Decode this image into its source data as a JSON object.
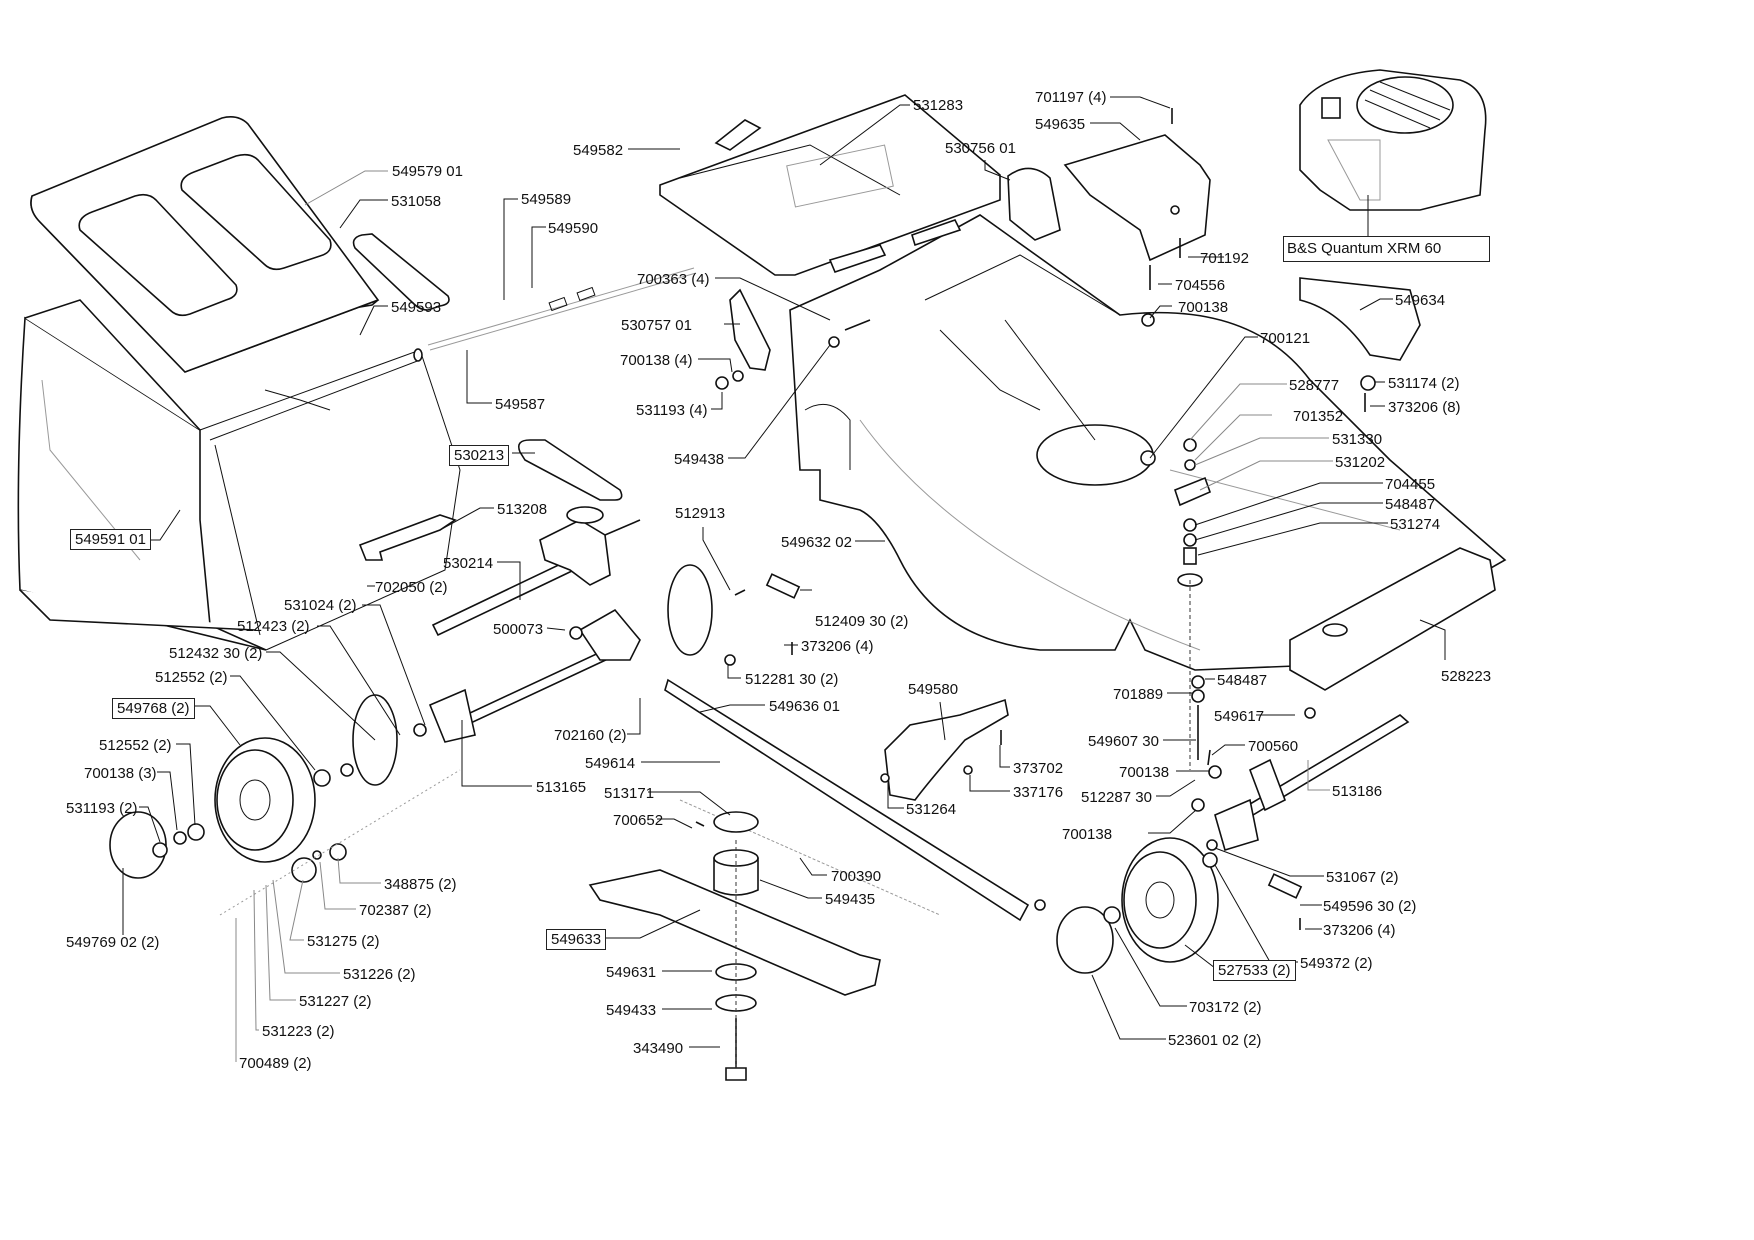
{
  "diagram": {
    "type": "exploded-parts-diagram",
    "subject": "lawn mower",
    "engine_label": "B&S Quantum XRM 60"
  },
  "labels": {
    "p549579": "549579 01",
    "p531058": "531058",
    "p549593": "549593",
    "p549589": "549589",
    "p549590": "549590",
    "p549587": "549587",
    "p549591": "549591 01",
    "p549582": "549582",
    "p531283": "531283",
    "p701197": "701197 (4)",
    "p549635": "549635",
    "p530756": "530756 01",
    "p701192": "701192",
    "p704556": "704556",
    "p700138a": "700138",
    "p700121": "700121",
    "p700363": "700363 (4)",
    "p530757": "530757 01",
    "p700138b": "700138 (4)",
    "p531193a": "531193 (4)",
    "p549438": "549438",
    "p549634": "549634",
    "p531174": "531174 (2)",
    "p373206a": "373206 (8)",
    "p528777": "528777",
    "p701352": "701352",
    "p531330": "531330",
    "p531202": "531202",
    "p704455": "704455",
    "p548487a": "548487",
    "p531274": "531274",
    "p530213": "530213",
    "p513208": "513208",
    "p702050": "702050 (2)",
    "p530214": "530214",
    "p512913": "512913",
    "p549632": "549632 02",
    "p512409": "512409 30 (2)",
    "p373206b": "373206 (4)",
    "p528223": "528223",
    "p531024": "531024 (2)",
    "p512423": "512423 (2)",
    "p512432": "512432 30 (2)",
    "p512552a": "512552 (2)",
    "p549768": "549768 (2)",
    "p512552b": "512552 (2)",
    "p700138c": "700138 (3)",
    "p531193b": "531193 (2)",
    "p549769": "549769 02 (2)",
    "p500073": "500073",
    "p513165": "513165",
    "p512281": "512281 30 (2)",
    "p549636": "549636 01",
    "p702160": "702160 (2)",
    "p549614": "549614",
    "p513171": "513171",
    "p700652": "700652",
    "p700390": "700390",
    "p549435": "549435",
    "p549633": "549633",
    "p549631": "549631",
    "p549433": "549433",
    "p343490": "343490",
    "p348875": "348875 (2)",
    "p702387": "702387 (2)",
    "p531275": "531275 (2)",
    "p531226": "531226 (2)",
    "p531227": "531227 (2)",
    "p531223": "531223 (2)",
    "p700489": "700489 (2)",
    "p549580": "549580",
    "p373702": "373702",
    "p337176": "337176",
    "p531264": "531264",
    "p548487b": "548487",
    "p701889": "701889",
    "p549617": "549617",
    "p549607": "549607 30",
    "p700560": "700560",
    "p700138d": "700138",
    "p512287": "512287 30",
    "p700138e": "700138",
    "p513186": "513186",
    "p531067": "531067 (2)",
    "p549596": "549596 30 (2)",
    "p373206c": "373206 (4)",
    "p549372": "549372 (2)",
    "p527533": "527533 (2)",
    "p703172": "703172 (2)",
    "p523601": "523601 02 (2)"
  }
}
